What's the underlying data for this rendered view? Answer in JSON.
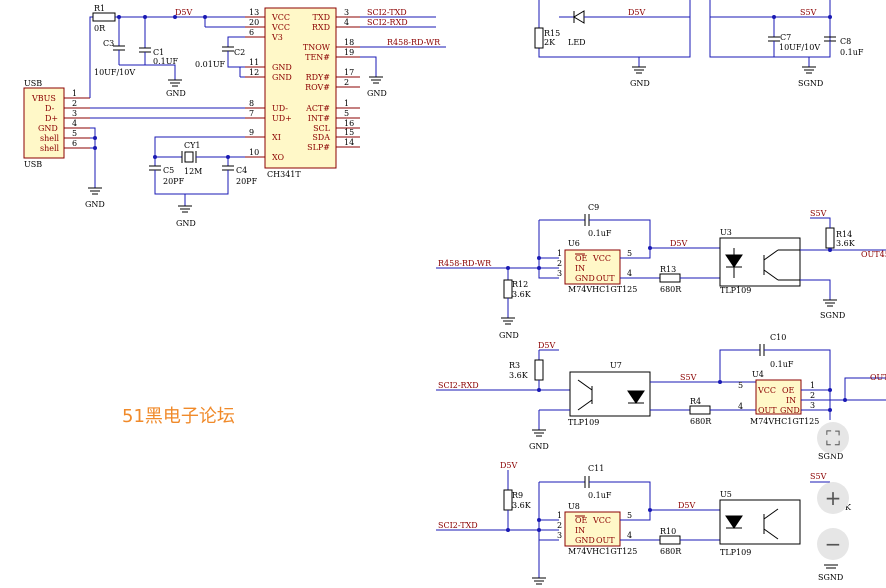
{
  "watermark": "51黑电子论坛",
  "controls": {
    "fit_glyph": "⛶",
    "zoom_in_glyph": "+",
    "zoom_out_glyph": "−"
  },
  "usb": {
    "name_top": "USB",
    "name_bottom": "USB",
    "pins": [
      "VBUS",
      "D-",
      "D+",
      "GND",
      "shell",
      "shell"
    ],
    "numbers": [
      "1",
      "2",
      "3",
      "4",
      "5",
      "6"
    ]
  },
  "ch341": {
    "part": "CH341T",
    "left_pins": [
      [
        "13",
        "VCC"
      ],
      [
        "20",
        "VCC"
      ],
      [
        "6",
        "V3"
      ],
      [
        "11",
        "GND"
      ],
      [
        "12",
        "GND"
      ],
      [
        "8",
        "UD-"
      ],
      [
        "7",
        "UD+"
      ],
      [
        "9",
        "XI"
      ],
      [
        "10",
        "XO"
      ]
    ],
    "right_pins": [
      [
        "3",
        "TXD"
      ],
      [
        "4",
        "RXD"
      ],
      [
        "18",
        "TNOW"
      ],
      [
        "19",
        "TEN#"
      ],
      [
        "17",
        "RDY#"
      ],
      [
        "2",
        "ROV#"
      ],
      [
        "1",
        "ACT#"
      ],
      [
        "5",
        "INT#"
      ],
      [
        "16",
        "SCL"
      ],
      [
        "15",
        "SDA"
      ],
      [
        "14",
        "SLP#"
      ]
    ]
  },
  "labels": {
    "r1": "R1",
    "r1_val": "0R",
    "d5v": "D5V",
    "s5v": "S5V",
    "c3": "C3",
    "c3_val": "10UF/10V",
    "c1": "C1",
    "c1_val": "0.1UF",
    "c2": "C2",
    "c2_val": "0.01UF",
    "gnd": "GND",
    "sgnd": "SGND",
    "cy1": "CY1",
    "cy1_val": "12M",
    "c5": "C5",
    "c5_val": "20PF",
    "c4": "C4",
    "c4_val": "20PF",
    "sci2_txd": "SCI2-TXD",
    "sci2_rxd": "SCI2-RXD",
    "r458": "R458-RD-WR",
    "r15": "R15",
    "r15_val": "2K",
    "led": "LED",
    "c7": "C7",
    "c7_val": "10UF/10V",
    "c8": "C8",
    "c8_val": "0.1uF",
    "c9": "C9",
    "c9_val": "0.1uF",
    "u6": "U6",
    "u6_part": "M74VHC1GT125",
    "u3": "U3",
    "u3_part": "TLP109",
    "r14": "R14",
    "r14_val": "3.6K",
    "r12": "R12",
    "r12_val": "3.6K",
    "r13": "R13",
    "r13_val": "680R",
    "out45": "OUT45",
    "r3": "R3",
    "r3_val": "3.6K",
    "u7": "U7",
    "u7_part": "TLP109",
    "c10": "C10",
    "c10_val": "0.1uF",
    "u4": "U4",
    "u4_part": "M74VHC1GT125",
    "r4": "R4",
    "r4_val": "680R",
    "out_partial": "OUT",
    "r9": "R9",
    "r9_val": "3.6K",
    "c11": "C11",
    "c11_val": "0.1uF",
    "u8": "U8",
    "u8_part": "M74VHC1GT125",
    "r10": "R10",
    "r10_val": "680R",
    "u5": "U5",
    "u5_part": "TLP109",
    "k_partial": "K",
    "buf_oe": "OE",
    "buf_in": "IN",
    "buf_gnd": "GND",
    "buf_vcc": "VCC",
    "buf_out": "OUT",
    "n1": "1",
    "n2": "2",
    "n3": "3",
    "n4": "4",
    "n5": "5"
  }
}
